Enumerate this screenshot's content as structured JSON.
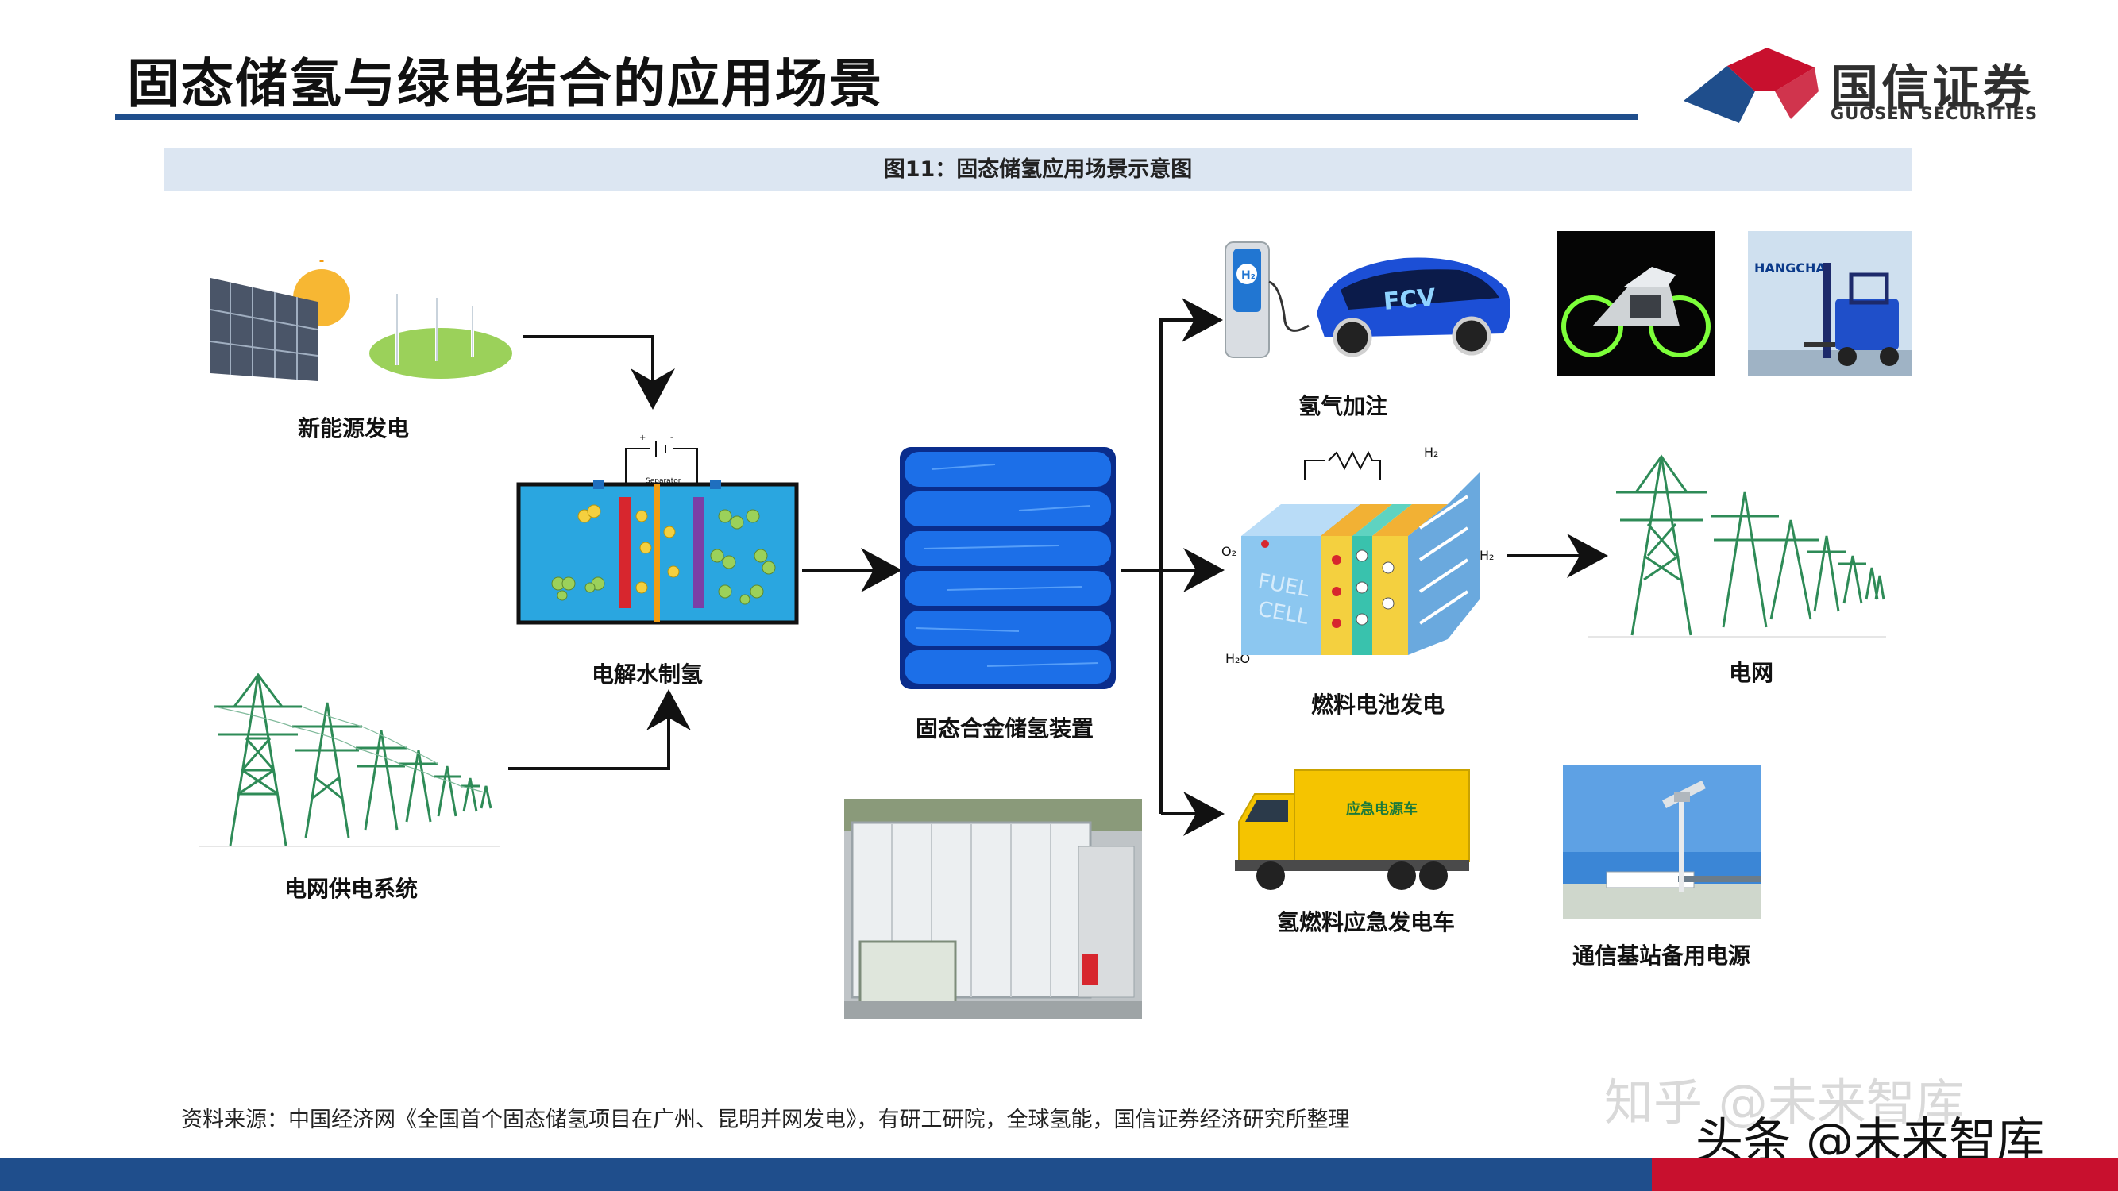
{
  "header": {
    "title": "固态储氢与绿电结合的应用场景",
    "logo_cn": "国信证券",
    "logo_en": "GUOSEN SECURITIES"
  },
  "figure": {
    "title": "图11：固态储氢应用场景示意图"
  },
  "nodes": {
    "renewable": "新能源发电",
    "grid_supply": "电网供电系统",
    "electrolysis": "电解水制氢",
    "storage": "固态合金储氢装置",
    "refueling": "氢气加注",
    "fuel_cell": "燃料电池发电",
    "grid": "电网",
    "emergency_vehicle": "氢燃料应急发电车",
    "telecom_backup": "通信基站备用电源"
  },
  "pictures": {
    "fcv_text": "FCV",
    "fuel_cell_text_1": "FUEL",
    "fuel_cell_text_2": "CELL",
    "truck_text": "应急电源车",
    "forklift_brand": "HANGCHA",
    "separator": "Separator"
  },
  "source": "资料来源：中国经济网《全国首个固态储氢项目在广州、昆明并网发电》，有研工研院，全球氢能，国信证券经济研究所整理",
  "watermark": {
    "zhihu": "知乎 @未来智库",
    "toutiao": "头条 @未来智库"
  },
  "colors": {
    "brand_blue": "#1f4e8c",
    "brand_red": "#c8102e",
    "banner_bg": "#dce6f2",
    "tower_green": "#2e8b57"
  }
}
